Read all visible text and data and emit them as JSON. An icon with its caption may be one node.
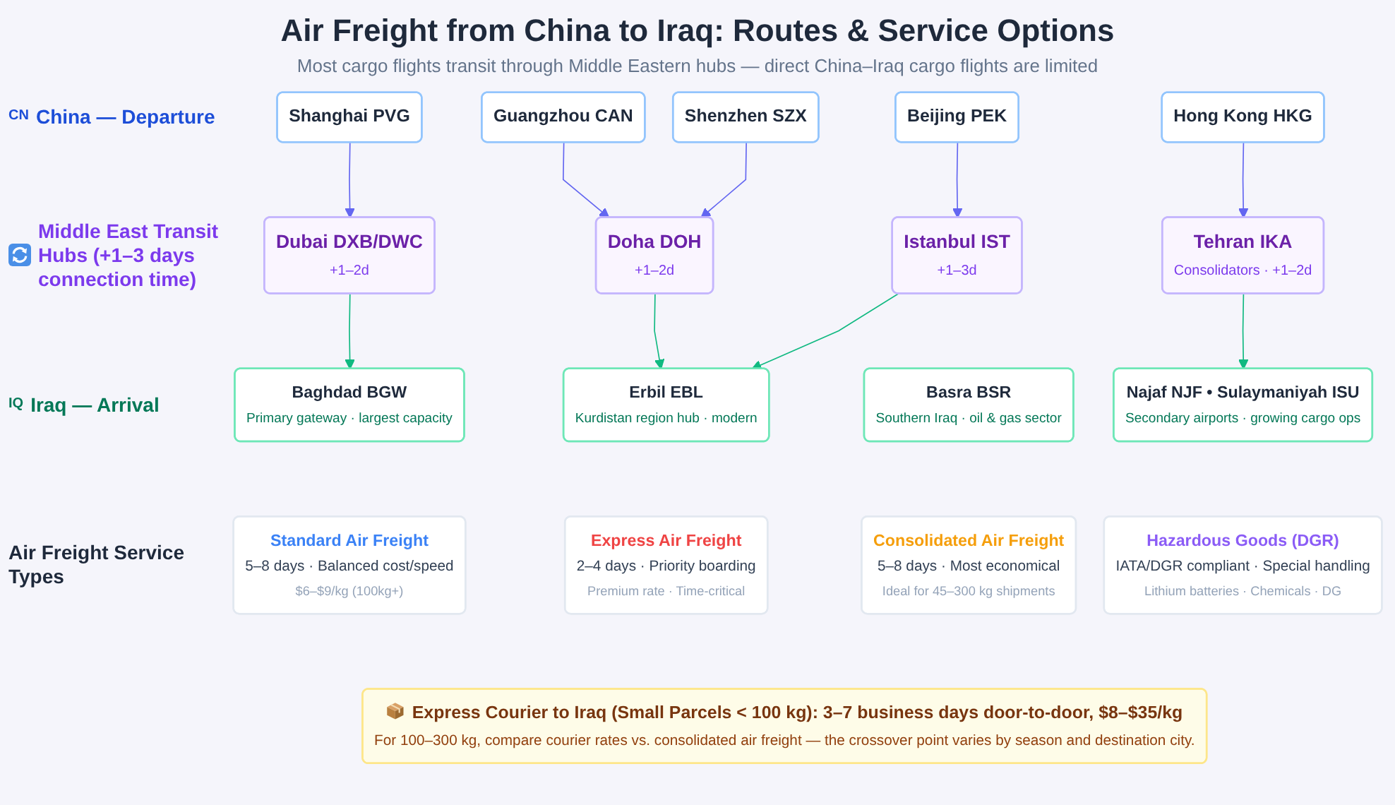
{
  "diagram": {
    "title": "Air Freight from China to Iraq: Routes & Service Options",
    "nodes": [
      {
        "text": [
          "Shanghai PVG"
        ]
      },
      {
        "text": [
          "Guangzhou CAN"
        ]
      },
      {
        "text": [
          "Shenzhen SZX"
        ]
      },
      {
        "text": [
          "Beijing PEK"
        ]
      },
      {
        "text": [
          "Hong Kong HKG"
        ]
      },
      {
        "text": [
          "Dubai DXB/DWC",
          "+1–2d"
        ]
      },
      {
        "text": [
          "Doha DOH",
          "+1–2d"
        ]
      },
      {
        "text": [
          "Istanbul IST",
          "+1–3d"
        ]
      },
      {
        "text": [
          "Tehran IKA",
          "Consolidators · +1–2d"
        ]
      },
      {
        "text": [
          "Baghdad BGW",
          "Primary gateway · largest capacity"
        ]
      },
      {
        "text": [
          "Erbil EBL",
          "Kurdistan region hub · modern"
        ]
      },
      {
        "text": [
          "Basra BSR",
          "Southern Iraq · oil & gas sector"
        ]
      },
      {
        "text": [
          "Najaf NJF • Sulaymaniyah ISU",
          "Secondary airports · growing cargo ops"
        ]
      },
      {
        "text": [
          "Standard Air Freight",
          "5–8 days · Balanced cost/speed",
          "$6–$9/kg (100kg+)"
        ]
      },
      {
        "text": [
          "Express Air Freight",
          "2–4 days · Priority boarding",
          "Premium rate · Time-critical"
        ]
      },
      {
        "text": [
          "Consolidated Air Freight",
          "5–8 days · Most economical",
          "Ideal for 45–300 kg shipments"
        ]
      },
      {
        "text": [
          "Hazardous Goods (DGR)",
          "IATA/DGR compliant · Special handling",
          "Lithium batteries · Chemicals · DG"
        ]
      },
      {
        "text": [
          "Express Courier to Iraq (Small Parcels < 100 kg): 3–7 business days door-to-door, $8–$35/kg",
          "For 100–300 kg, compare courier rates vs. consolidated air freight — the crossover point varies by season and destination city."
        ]
      }
    ],
    "edges": [
      {
        "from": 0,
        "to": 5,
        "arrow": "to"
      },
      {
        "from": 1,
        "to": 6,
        "arrow": "to"
      },
      {
        "from": 2,
        "to": 6,
        "arrow": "to"
      },
      {
        "from": 3,
        "to": 7,
        "arrow": "to"
      },
      {
        "from": 4,
        "to": 8,
        "arrow": "to"
      },
      {
        "from": 5,
        "to": 9,
        "arrow": "to",
        "color": "#10b981"
      },
      {
        "from": 6,
        "to": 10,
        "arrow": "to",
        "color": "#10b981"
      },
      {
        "from": 7,
        "to": 10,
        "arrow": "to",
        "color": "#10b981"
      },
      {
        "from": 8,
        "to": 12,
        "arrow": "to",
        "color": "#10b981"
      }
    ],
    "labels": [
      "Most cargo flights transit through Middle Eastern hubs — direct China–Iraq cargo flights are limited",
      "CN",
      "China — Departure",
      "Middle East Transit Hubs (+1–3 days connection time)",
      "IQ",
      "Iraq — Arrival",
      "Air Freight Service Types"
    ]
  }
}
